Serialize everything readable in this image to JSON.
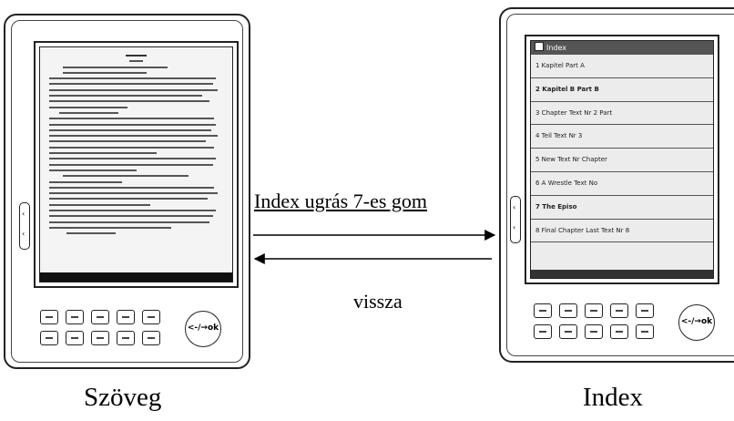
{
  "devices": {
    "left": {
      "caption": "Szöveg"
    },
    "right": {
      "caption": "Index",
      "menu_title": "Index",
      "items": [
        "1 Kapitel Part A",
        "2 Kapitel B Part B",
        "3 Chapter Text Nr 2 Part",
        "4 Teil Text Nr 3",
        "5 New Text Nr Chapter",
        "6 A Wrestle Text No",
        "7 The Episo",
        "8 Final Chapter Last Text Nr 8"
      ]
    },
    "keypad": {
      "round_button": "<-/→ok"
    }
  },
  "arrows": {
    "forward_label": "Index ugrás 7-es gom",
    "back_label": "vissza"
  }
}
